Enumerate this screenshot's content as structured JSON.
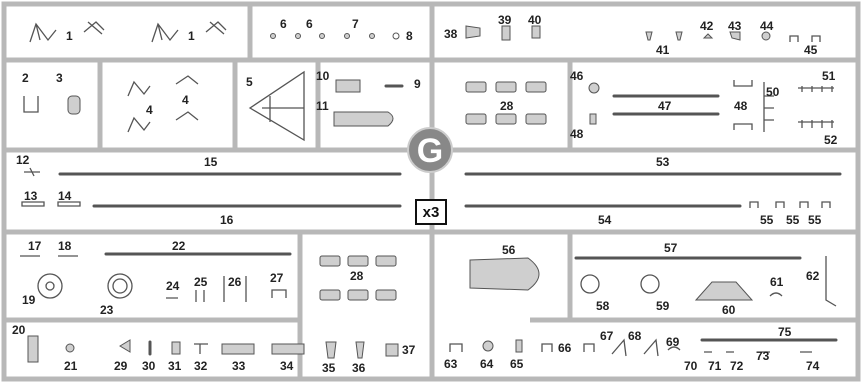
{
  "sprue": {
    "letter": "G",
    "multiplier": "x3"
  },
  "labels": [
    {
      "id": "p1a",
      "text": "1"
    },
    {
      "id": "p1b",
      "text": "1"
    },
    {
      "id": "p6a",
      "text": "6"
    },
    {
      "id": "p6b",
      "text": "6"
    },
    {
      "id": "p7",
      "text": "7"
    },
    {
      "id": "p8",
      "text": "8"
    },
    {
      "id": "p38",
      "text": "38"
    },
    {
      "id": "p39",
      "text": "39"
    },
    {
      "id": "p40",
      "text": "40"
    },
    {
      "id": "p41",
      "text": "41"
    },
    {
      "id": "p42",
      "text": "42"
    },
    {
      "id": "p43",
      "text": "43"
    },
    {
      "id": "p44",
      "text": "44"
    },
    {
      "id": "p45",
      "text": "45"
    },
    {
      "id": "p2",
      "text": "2"
    },
    {
      "id": "p3",
      "text": "3"
    },
    {
      "id": "p4a",
      "text": "4"
    },
    {
      "id": "p4b",
      "text": "4"
    },
    {
      "id": "p5",
      "text": "5"
    },
    {
      "id": "p10",
      "text": "10"
    },
    {
      "id": "p9",
      "text": "9"
    },
    {
      "id": "p11",
      "text": "11"
    },
    {
      "id": "p28a",
      "text": "28"
    },
    {
      "id": "p46",
      "text": "46"
    },
    {
      "id": "p47",
      "text": "47"
    },
    {
      "id": "p48a",
      "text": "48"
    },
    {
      "id": "p48b",
      "text": "48"
    },
    {
      "id": "p50",
      "text": "50"
    },
    {
      "id": "p51",
      "text": "51"
    },
    {
      "id": "p52",
      "text": "52"
    },
    {
      "id": "p12",
      "text": "12"
    },
    {
      "id": "p15",
      "text": "15"
    },
    {
      "id": "p53",
      "text": "53"
    },
    {
      "id": "p13",
      "text": "13"
    },
    {
      "id": "p14",
      "text": "14"
    },
    {
      "id": "p16",
      "text": "16"
    },
    {
      "id": "p54",
      "text": "54"
    },
    {
      "id": "p55a",
      "text": "55"
    },
    {
      "id": "p55b",
      "text": "55"
    },
    {
      "id": "p55c",
      "text": "55"
    },
    {
      "id": "p17",
      "text": "17"
    },
    {
      "id": "p18",
      "text": "18"
    },
    {
      "id": "p22",
      "text": "22"
    },
    {
      "id": "p28b",
      "text": "28"
    },
    {
      "id": "p56",
      "text": "56"
    },
    {
      "id": "p57",
      "text": "57"
    },
    {
      "id": "p19",
      "text": "19"
    },
    {
      "id": "p23",
      "text": "23"
    },
    {
      "id": "p24",
      "text": "24"
    },
    {
      "id": "p25",
      "text": "25"
    },
    {
      "id": "p26",
      "text": "26"
    },
    {
      "id": "p27",
      "text": "27"
    },
    {
      "id": "p58",
      "text": "58"
    },
    {
      "id": "p59",
      "text": "59"
    },
    {
      "id": "p60",
      "text": "60"
    },
    {
      "id": "p61",
      "text": "61"
    },
    {
      "id": "p62",
      "text": "62"
    },
    {
      "id": "p20",
      "text": "20"
    },
    {
      "id": "p21",
      "text": "21"
    },
    {
      "id": "p29",
      "text": "29"
    },
    {
      "id": "p30",
      "text": "30"
    },
    {
      "id": "p31",
      "text": "31"
    },
    {
      "id": "p32",
      "text": "32"
    },
    {
      "id": "p33",
      "text": "33"
    },
    {
      "id": "p34",
      "text": "34"
    },
    {
      "id": "p35",
      "text": "35"
    },
    {
      "id": "p36",
      "text": "36"
    },
    {
      "id": "p37",
      "text": "37"
    },
    {
      "id": "p63",
      "text": "63"
    },
    {
      "id": "p64",
      "text": "64"
    },
    {
      "id": "p65",
      "text": "65"
    },
    {
      "id": "p66",
      "text": "66"
    },
    {
      "id": "p67",
      "text": "67"
    },
    {
      "id": "p68",
      "text": "68"
    },
    {
      "id": "p69",
      "text": "69"
    },
    {
      "id": "p70",
      "text": "70"
    },
    {
      "id": "p71",
      "text": "71"
    },
    {
      "id": "p72",
      "text": "72"
    },
    {
      "id": "p73",
      "text": "73"
    },
    {
      "id": "p74",
      "text": "74"
    },
    {
      "id": "p75",
      "text": "75"
    }
  ]
}
